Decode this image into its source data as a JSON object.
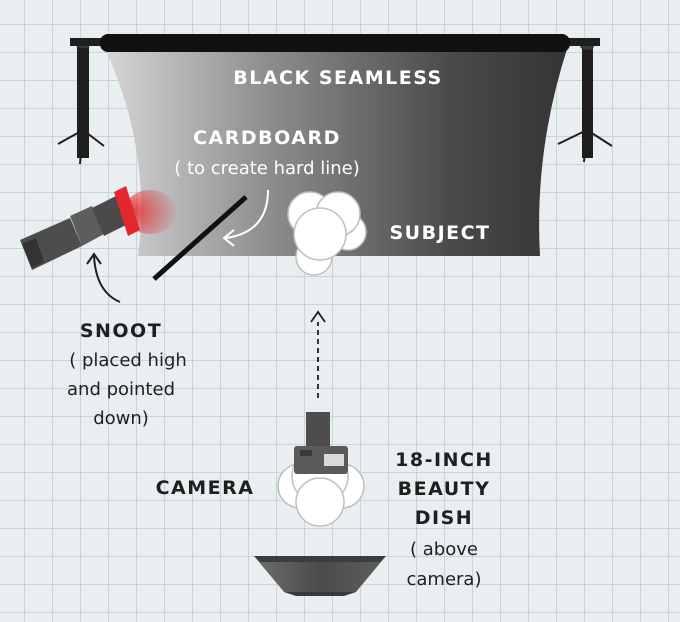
{
  "labels": {
    "backdrop": "BLACK SEAMLESS",
    "cardboard_title": "CARDBOARD",
    "cardboard_note": "( to create hard line)",
    "subject": "SUBJECT",
    "snoot_title": "SNOOT",
    "snoot_note_1": "( placed high",
    "snoot_note_2": "and pointed",
    "snoot_note_3": "down)",
    "camera": "CAMERA",
    "dish_title_1": "18-INCH",
    "dish_title_2": "BEAUTY",
    "dish_title_3": "DISH",
    "dish_note_1": "( above",
    "dish_note_2": "camera)"
  },
  "colors": {
    "background": "#e9eef1",
    "grid": "#c9d3da",
    "seamless_light": "#d4d4d4",
    "seamless_dark": "#3a3a3a",
    "snoot_red": "#e3282d",
    "equipment": "#555555"
  }
}
